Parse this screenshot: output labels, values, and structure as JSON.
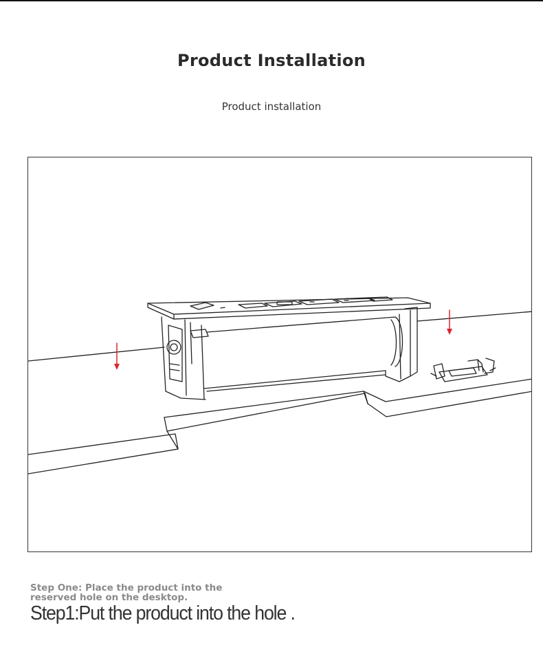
{
  "header": {
    "title": "Product Installation",
    "subtitle": "Product installation"
  },
  "step": {
    "caption_en": "Step One: Place the product into the\n reserved hole on the desktop.",
    "caption_main": "Step1:Put the product into the hole ."
  },
  "colors": {
    "arrow": "#d9262c",
    "line": "#222222",
    "frame": "#333333"
  },
  "icons": [
    "arrow-down-icon",
    "desk-socket-illustration",
    "mounting-bracket-illustration"
  ]
}
